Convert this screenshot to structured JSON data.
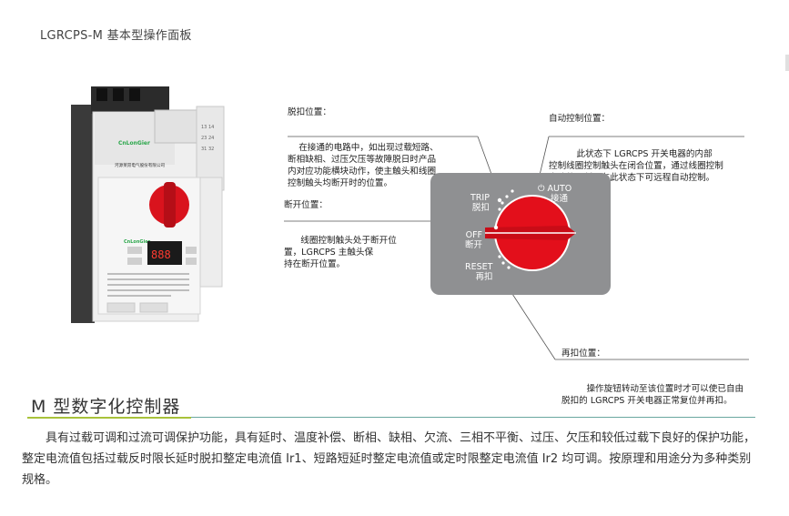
{
  "page": {
    "heading": "LGRCPS-M 基本型操作面板"
  },
  "callouts": {
    "trip": {
      "title": "脱扣位置：",
      "lines": "    在接通的电路中，如出现过载短路、\n断相缺相、过压欠压等故障脱日时产品\n内对应功能横块动作，使主触头和线圈\n控制触头均断开时的位置。"
    },
    "auto": {
      "title": "自动控制位置：",
      "lines": "          此状态下 LGRCPS 开关电器的内部\n控制线圈控制触头在闭合位置，通过线圈控制\n电路的通断，在此状态下可远程自动控制。"
    },
    "off": {
      "title": "断开位置：",
      "lines": "      线圈控制触头处于断开位\n置，LGRCPS 主触头保\n持在断开位置。"
    },
    "reset": {
      "title": "再扣位置：",
      "lines": "         操作旋钮转动至该位置时才可以使已自由\n脱扣的 LGRCPS 开关电器正常复位并再扣。"
    }
  },
  "panel": {
    "trip_en": "TRIP",
    "trip_cn": "脱扣",
    "off_en": "OFF",
    "off_cn": "断开",
    "reset_en": "RESET",
    "reset_cn": "再扣",
    "auto_en": "AUTO",
    "auto_cn": "接通",
    "power_symbol": "⏻"
  },
  "device": {
    "brand": "CnLonGier",
    "company": "河源莱昂电气股份有限公司",
    "model_label": "CnLonGier",
    "terminals_right": [
      "13",
      "14",
      "23",
      "24",
      "31",
      "32"
    ]
  },
  "section": {
    "title": "M 型数字化控制器",
    "body": "具有过载可调和过流可调保护功能，具有延时、温度补偿、断相、缺相、欠流、三相不平衡、过压、欠压和较低过载下良好的保护功能，整定电流值包括过载反时限长延时脱扣整定电流值 Ir1、短路短延时整定电流值或定时限整定电流值 Ir2 均可调。按原理和用途分为多种类别规格。"
  },
  "colors": {
    "accent_green": "#a8c23a",
    "accent_teal": "#6aa7a0",
    "knob_red": "#e0141e",
    "panel_gray": "#8f9092"
  }
}
